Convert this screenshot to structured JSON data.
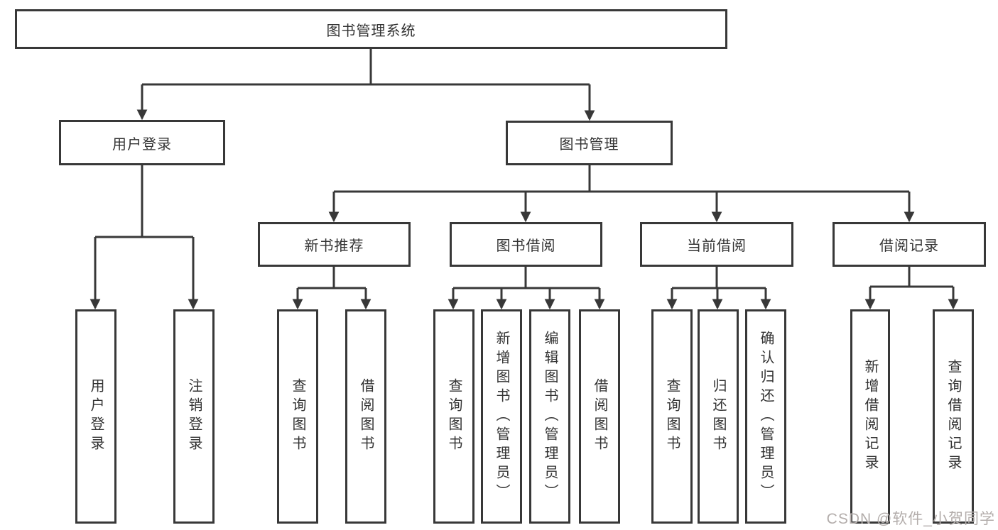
{
  "diagram": {
    "root": "图书管理系统",
    "level2": {
      "user_login": "用户登录",
      "book_mgmt": "图书管理"
    },
    "level3": {
      "new_books": "新书推荐",
      "book_borrow": "图书借阅",
      "current_borrow": "当前借阅",
      "borrow_records": "借阅记录"
    },
    "leaves": {
      "user_login": [
        "用户登录",
        "注销登录"
      ],
      "new_books": [
        "查询图书",
        "借阅图书"
      ],
      "book_borrow": [
        "查询图书",
        "新增图书（管理员）",
        "编辑图书（管理员）",
        "借阅图书"
      ],
      "current_borrow": [
        "查询图书",
        "归还图书",
        "确认归还（管理员）"
      ],
      "borrow_records": [
        "新增借阅记录",
        "查询借阅记录"
      ]
    }
  },
  "watermark": {
    "text": "CSDN @软件_小贺同学"
  },
  "colors": {
    "line": "#383838",
    "text": "#333333",
    "watermark": "#b3adab",
    "background": "#ffffff"
  }
}
